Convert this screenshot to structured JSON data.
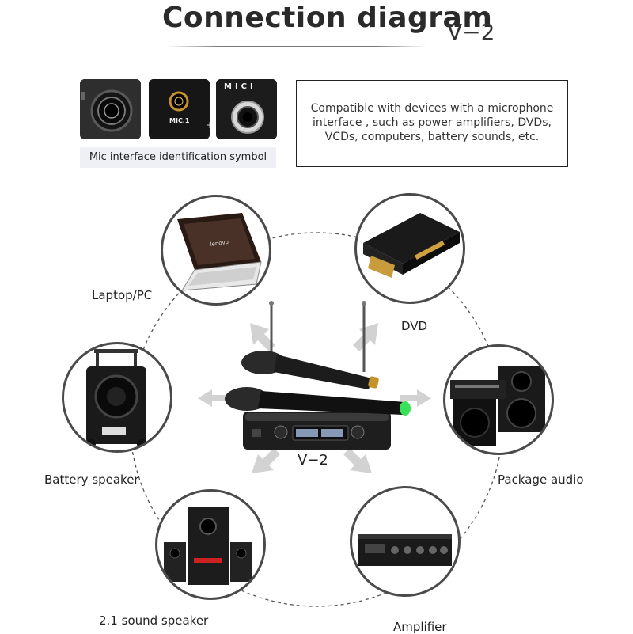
{
  "header": {
    "title": "Connection diagram",
    "model": "V−2"
  },
  "mic_interface": {
    "caption": "Mic interface identification symbol",
    "tiles": [
      {
        "label": ""
      },
      {
        "label": "MIC.1"
      },
      {
        "label": "MICI"
      }
    ]
  },
  "compatibility": {
    "text": "Compatible with devices with a microphone interface , such as power amplifiers, DVDs, VCDs, computers, battery sounds, etc."
  },
  "center": {
    "label": "V−2"
  },
  "devices": [
    {
      "label": "Laptop/PC",
      "icon": "laptop-icon"
    },
    {
      "label": "DVD",
      "icon": "dvd-player-icon"
    },
    {
      "label": "Battery speaker",
      "icon": "battery-speaker-icon"
    },
    {
      "label": "Package audio",
      "icon": "package-audio-icon"
    },
    {
      "label": "2.1 sound speaker",
      "icon": "sound-speaker-2-1-icon"
    },
    {
      "label": "Amplifier",
      "icon": "amplifier-icon"
    }
  ],
  "colors": {
    "mic_green": "#39e05a",
    "circle_border": "#4a4a4a",
    "arrow": "#cfcfcf"
  }
}
